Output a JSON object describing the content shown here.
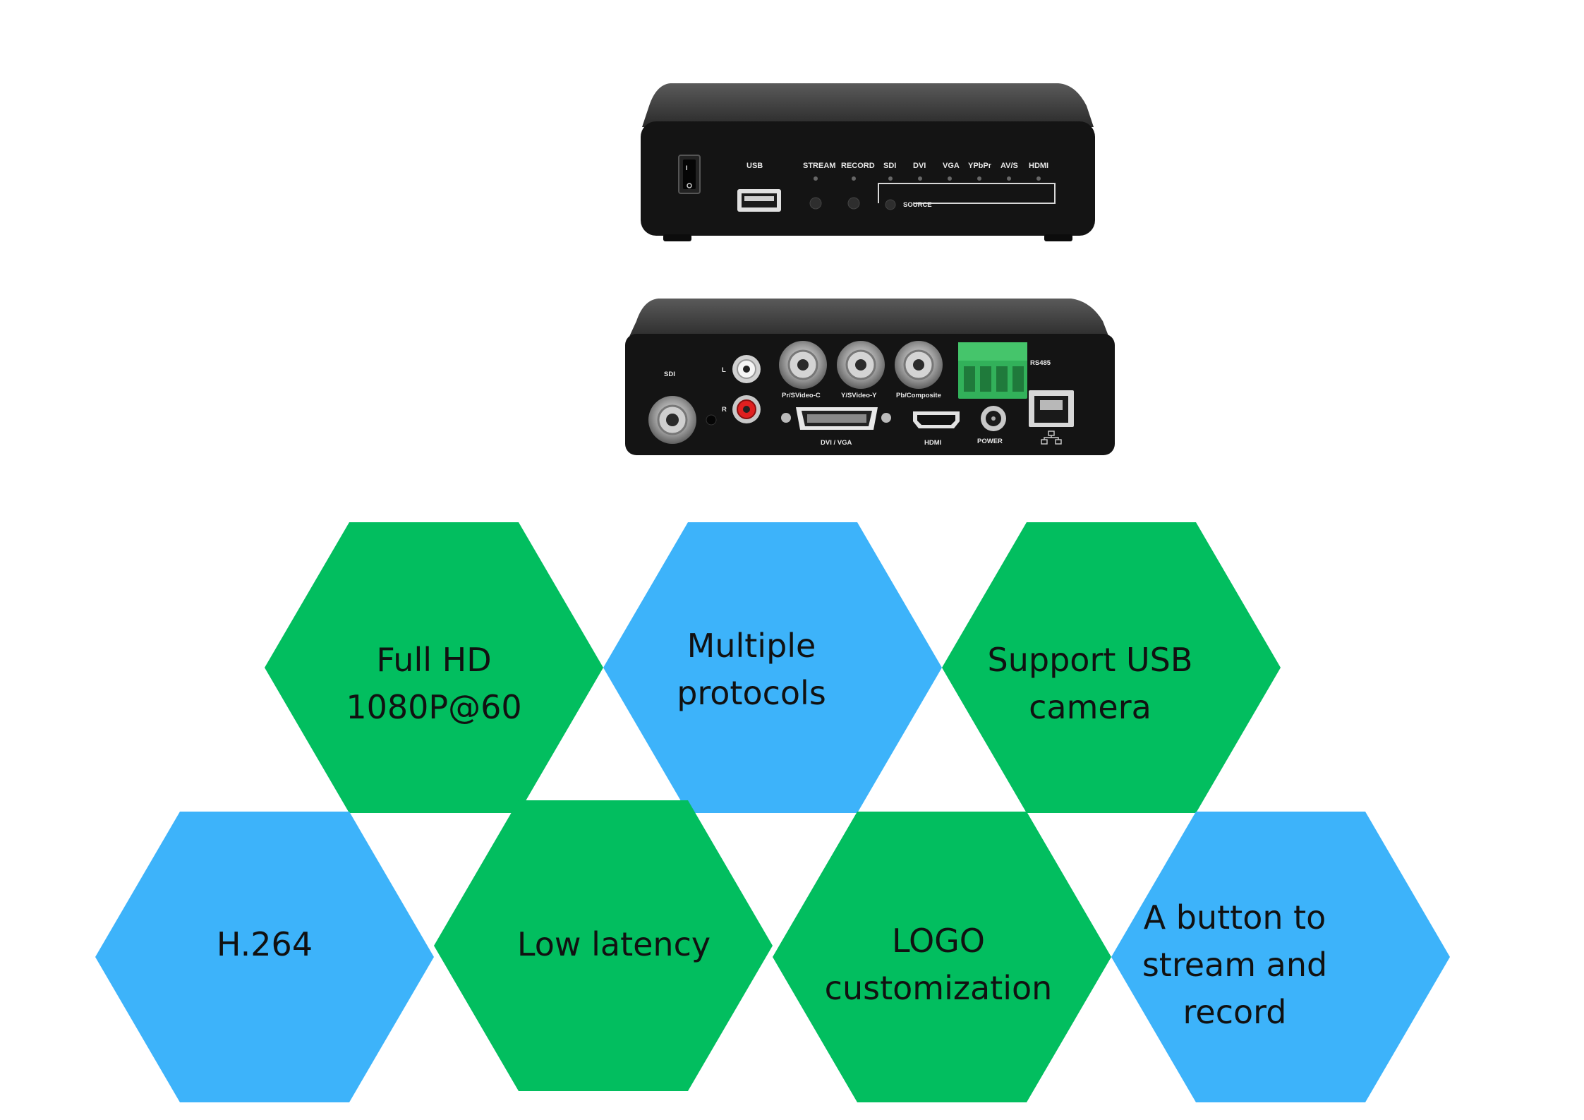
{
  "colors": {
    "green": "#02BE5F",
    "blue": "#3DB3FA",
    "device_body": "#161616",
    "device_top": "#3c3c3c"
  },
  "device_front": {
    "usb": "USB",
    "stream": "STREAM",
    "record": "RECORD",
    "sdi": "SDI",
    "dvi": "DVI",
    "vga": "VGA",
    "ypbpr": "YPbPr",
    "avs": "AV/S",
    "hdmi": "HDMI",
    "source": "SOURCE"
  },
  "device_back": {
    "sdi": "SDI",
    "l": "L",
    "r": "R",
    "pr_video_c": "Pr/SVideo-C",
    "y_svideo_y": "Y/SVideo-Y",
    "pb_composite": "Pb/Composite",
    "rs485": "RS485",
    "dvi_vga": "DVI / VGA",
    "hdmi": "HDMI",
    "power": "POWER",
    "lan_icon": "network-icon"
  },
  "features": [
    {
      "lines": [
        "Full HD",
        "1080P@60"
      ],
      "color": "green"
    },
    {
      "lines": [
        "Multiple",
        "protocols"
      ],
      "color": "blue"
    },
    {
      "lines": [
        "Support USB",
        "camera"
      ],
      "color": "green"
    },
    {
      "lines": [
        "H.264"
      ],
      "color": "blue"
    },
    {
      "lines": [
        "Low latency"
      ],
      "color": "green"
    },
    {
      "lines": [
        "LOGO",
        "customization"
      ],
      "color": "green"
    },
    {
      "lines": [
        "A button to",
        "stream and",
        "record"
      ],
      "color": "blue"
    }
  ]
}
